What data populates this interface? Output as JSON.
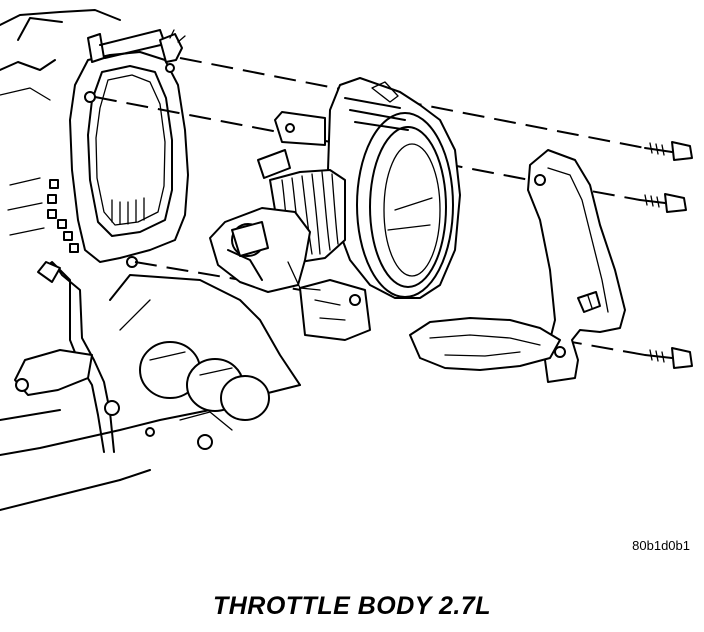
{
  "figure": {
    "code": "80b1d0b1",
    "title": "THROTTLE BODY 2.7L"
  },
  "parts": {
    "engine": "engine-intake-manifold",
    "throttle_body": "throttle-body",
    "bracket": "support-bracket",
    "bolts": [
      "bolt",
      "bolt",
      "bolt"
    ]
  }
}
